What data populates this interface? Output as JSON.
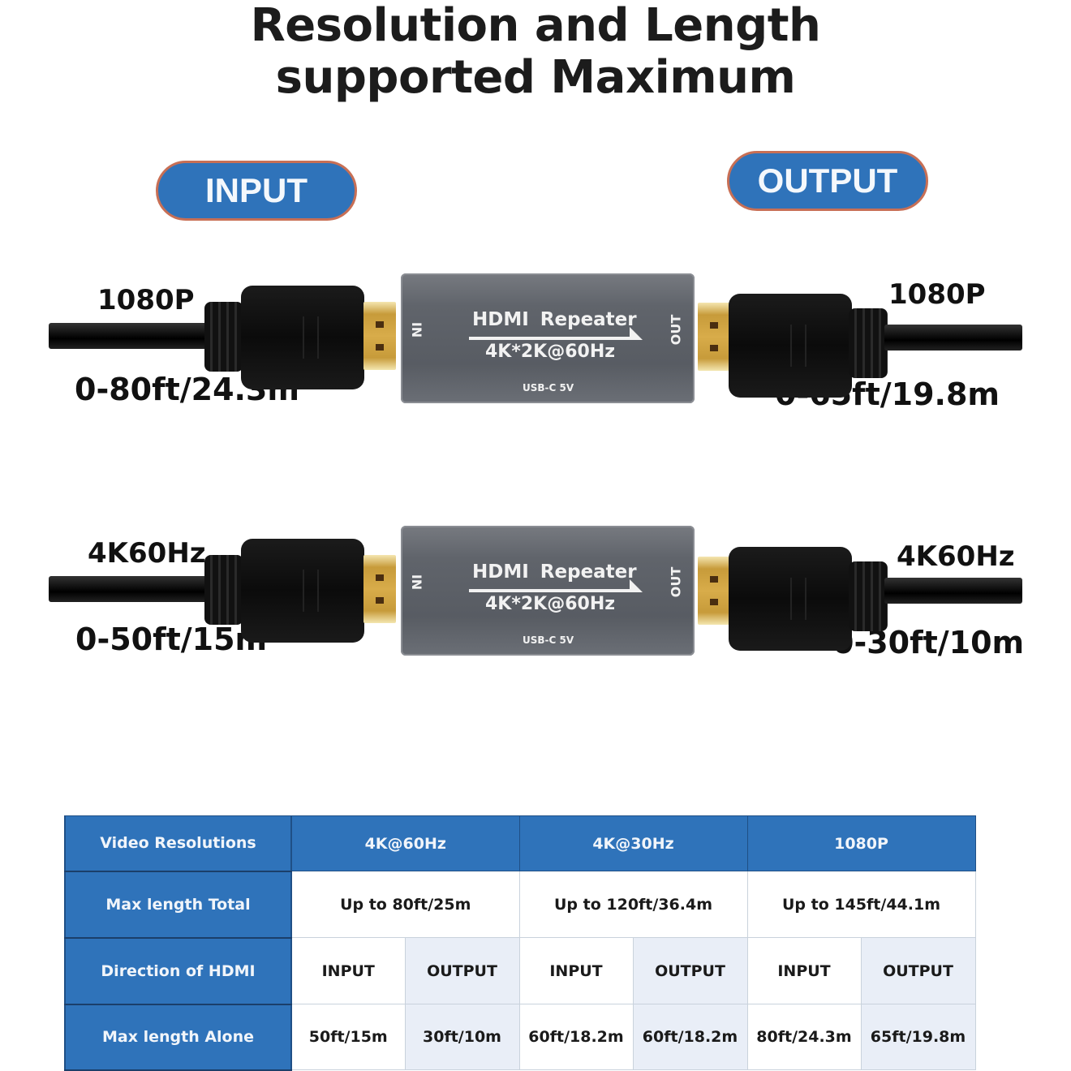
{
  "title": {
    "line1": "Resolution and Length",
    "line2": "supported Maximum"
  },
  "badges": {
    "input": "INPUT",
    "output": "OUTPUT"
  },
  "rows": [
    {
      "input_resolution": "1080P",
      "input_length": "0-80ft/24.3m",
      "output_resolution": "1080P",
      "output_length": "0-65ft/19.8m"
    },
    {
      "input_resolution": "4K60Hz",
      "input_length": "0-50ft/15m",
      "output_resolution": "4K60Hz",
      "output_length": "0-30ft/10m"
    }
  ],
  "device": {
    "name": "HDMI Repeater",
    "spec": "4K*2K@60Hz",
    "power": "USB-C 5V",
    "in_label": "IN",
    "out_label": "OUT"
  },
  "table": {
    "row_headers": [
      "Video Resolutions",
      "Max length Total",
      "Direction of HDMI",
      "Max length Alone"
    ],
    "resolutions": [
      "4K@60Hz",
      "4K@30Hz",
      "1080P"
    ],
    "max_total": [
      "Up to 80ft/25m",
      "Up to 120ft/36.4m",
      "Up to 145ft/44.1m"
    ],
    "direction": [
      "INPUT",
      "OUTPUT",
      "INPUT",
      "OUTPUT",
      "INPUT",
      "OUTPUT"
    ],
    "max_alone": [
      "50ft/15m",
      "30ft/10m",
      "60ft/18.2m",
      "60ft/18.2m",
      "80ft/24.3m",
      "65ft/19.8m"
    ]
  },
  "colors": {
    "badge_blue": "#2f73ba",
    "badge_border": "#c86f55",
    "table_header_blue": "#2f73ba",
    "table_alt_cell": "#e9eef7",
    "device_gray": "#60646b"
  }
}
